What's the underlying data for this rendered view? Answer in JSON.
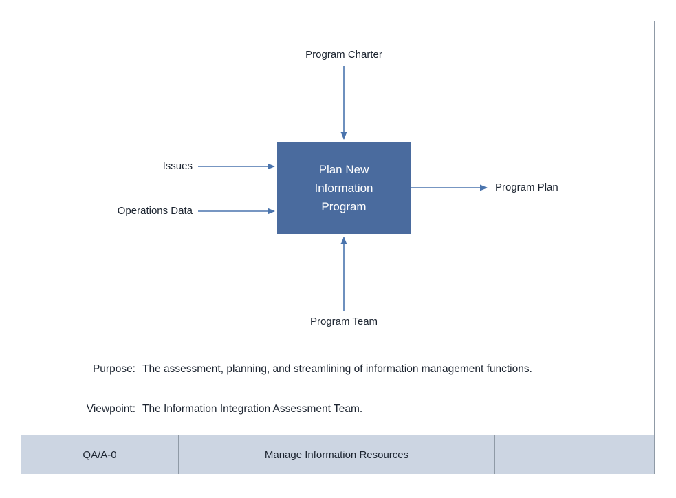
{
  "colors": {
    "box_fill": "#4a6b9e",
    "box_text": "#ffffff",
    "arrow": "#4a74ad",
    "footer_bg": "#ccd5e2",
    "border": "#8f9aa6",
    "text": "#1c2430"
  },
  "diagram": {
    "box": {
      "lines": [
        "Plan New",
        "Information",
        "Program"
      ]
    },
    "control_label": "Program Charter",
    "inputs": [
      {
        "label": "Issues"
      },
      {
        "label": "Operations Data"
      }
    ],
    "output_label": "Program Plan",
    "mechanism_label": "Program Team"
  },
  "notes": {
    "purpose_label": "Purpose:",
    "purpose_text": "The assessment, planning, and streamlining of information management functions.",
    "viewpoint_label": "Viewpoint:",
    "viewpoint_text": "The Information Integration Assessment Team."
  },
  "footer": {
    "node": "QA/A-0",
    "title": "Manage Information Resources",
    "number": ""
  }
}
